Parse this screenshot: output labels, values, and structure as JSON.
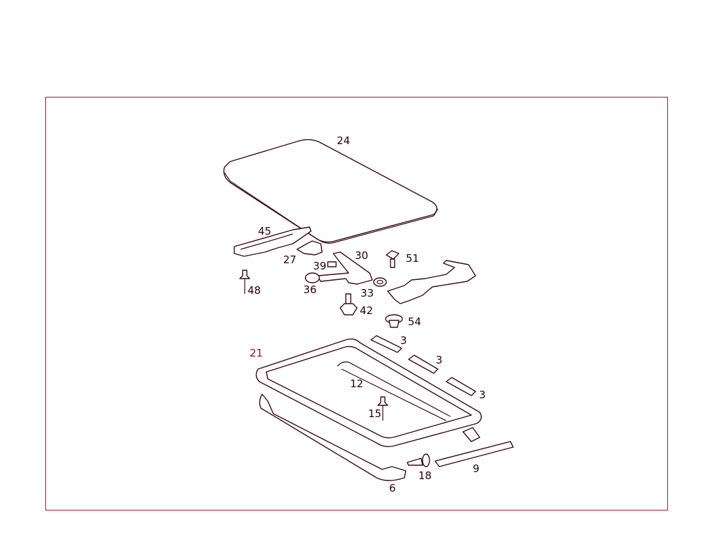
{
  "diagram": {
    "line_color": "#3a0a18",
    "frame_color": "#b0103a",
    "callouts": [
      {
        "id": "24",
        "text": "24"
      },
      {
        "id": "45",
        "text": "45"
      },
      {
        "id": "27",
        "text": "27"
      },
      {
        "id": "30",
        "text": "30"
      },
      {
        "id": "51",
        "text": "51"
      },
      {
        "id": "39",
        "text": "39"
      },
      {
        "id": "48",
        "text": "48"
      },
      {
        "id": "36",
        "text": "36"
      },
      {
        "id": "33",
        "text": "33"
      },
      {
        "id": "42",
        "text": "42"
      },
      {
        "id": "54",
        "text": "54"
      },
      {
        "id": "3a",
        "text": "3"
      },
      {
        "id": "3b",
        "text": "3"
      },
      {
        "id": "3c",
        "text": "3"
      },
      {
        "id": "21",
        "text": "21"
      },
      {
        "id": "12",
        "text": "12"
      },
      {
        "id": "15",
        "text": "15"
      },
      {
        "id": "18",
        "text": "18"
      },
      {
        "id": "9",
        "text": "9"
      },
      {
        "id": "6",
        "text": "6"
      }
    ]
  }
}
